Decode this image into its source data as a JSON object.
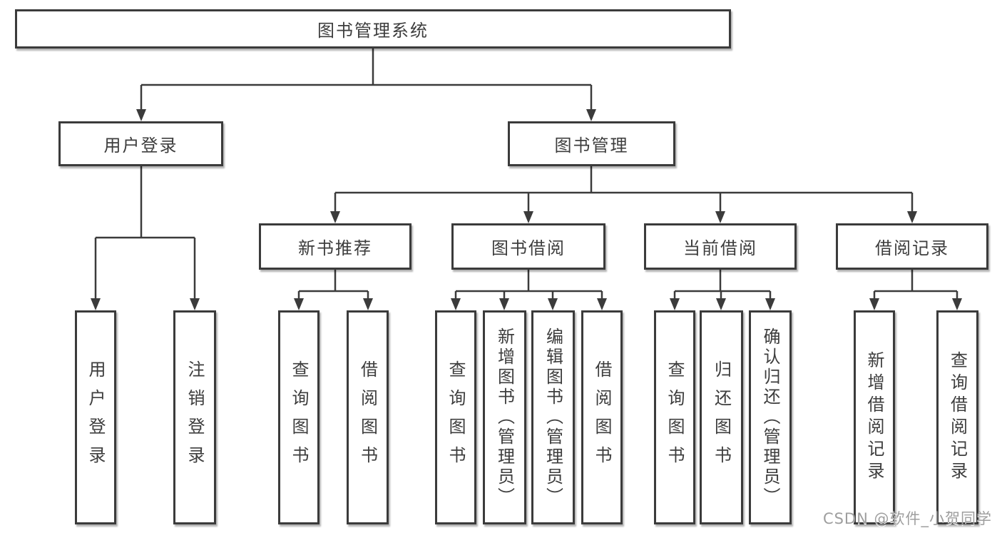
{
  "palette": {
    "line": "#3b3b3b",
    "box_border": "#3b3b3b",
    "box_fill": "#ffffff",
    "text": "#3d3d3d",
    "watermark": "#9e9e9e"
  },
  "tree": {
    "root": {
      "label": "图书管理系统"
    },
    "level2": [
      {
        "label": "用户登录",
        "children": [
          "用户登录",
          "注销登录"
        ]
      },
      {
        "label": "图书管理",
        "children": [
          {
            "label": "新书推荐",
            "children": [
              "查询图书",
              "借阅图书"
            ]
          },
          {
            "label": "图书借阅",
            "children": [
              "查询图书",
              "新增图书（管理员）",
              "编辑图书（管理员）",
              "借阅图书"
            ]
          },
          {
            "label": "当前借阅",
            "children": [
              "查询图书",
              "归还图书",
              "确认归还（管理员）"
            ]
          },
          {
            "label": "借阅记录",
            "children": [
              "新增借阅记录",
              "查询借阅记录"
            ]
          }
        ]
      }
    ]
  },
  "watermark": {
    "text": "CSDN @软件_小贺同学"
  }
}
